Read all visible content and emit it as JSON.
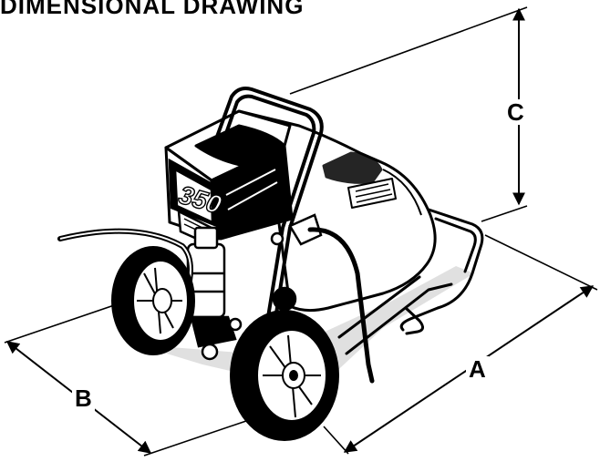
{
  "title": "DIMENSIONAL DRAWING",
  "dimensions": {
    "a": "A",
    "b": "B",
    "c": "C"
  },
  "model_badge": "350",
  "colors": {
    "ink": "#000000",
    "paper": "#ffffff"
  }
}
